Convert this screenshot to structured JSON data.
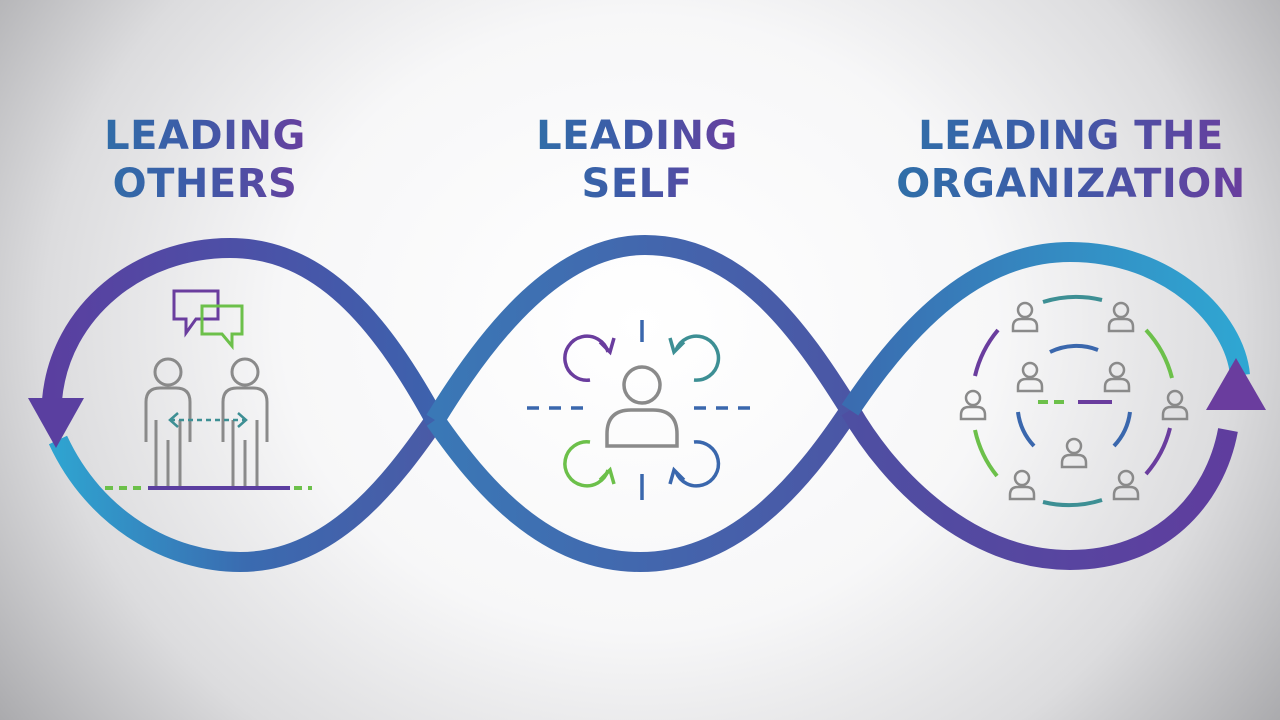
{
  "sections": [
    {
      "line1": "LEADING",
      "line2": "OTHERS"
    },
    {
      "line1": "LEADING",
      "line2": "SELF"
    },
    {
      "line1": "LEADING THE",
      "line2": "ORGANIZATION"
    }
  ],
  "colors": {
    "purple": "#5b3ea0",
    "blue": "#3a67ad",
    "light_blue": "#31a3cf",
    "green": "#6cc04a",
    "teal": "#3d8f94",
    "gray_icon": "#8a8a8a"
  },
  "icons": [
    "chat-bubbles-icon",
    "two-people-icon",
    "self-reflection-icon",
    "organization-network-icon"
  ]
}
